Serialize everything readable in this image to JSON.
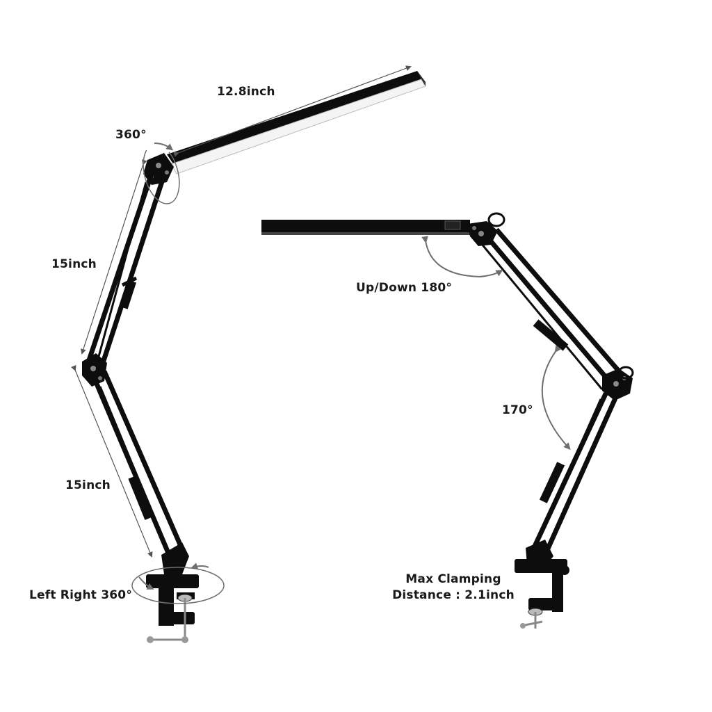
{
  "labels": {
    "arm_length_head": "12.8inch",
    "rotation_head": "360°",
    "arm_length_upper": "15inch",
    "arm_length_lower": "15inch",
    "rotation_base": "Left Right 360°",
    "updown": "Up/Down 180°",
    "joint_angle": "170°",
    "clamp_line1": "Max Clamping",
    "clamp_line2": "Distance : 2.1inch"
  },
  "colors": {
    "lamp": "#0d0d0d",
    "arrow": "#6e6e6e",
    "dimension": "#555555"
  }
}
